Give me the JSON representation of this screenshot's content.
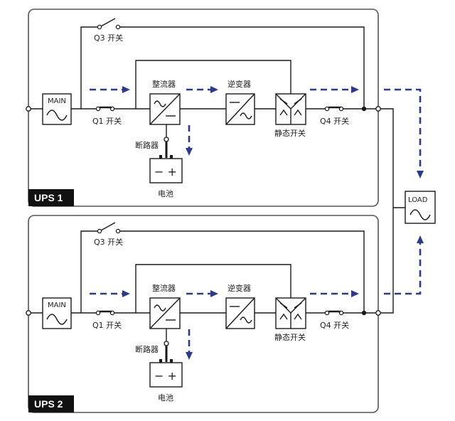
{
  "colors": {
    "flow": "#2b3a8f",
    "wire": "#1a1a1a",
    "frame": "#555555",
    "tag_bg": "#111111"
  },
  "load": {
    "label": "LOAD"
  },
  "ups_units": [
    {
      "tag": "UPS 1",
      "main_label": "MAIN",
      "q1_label": "Q1 开关",
      "q3_label": "Q3 开关",
      "q4_label": "Q4 开关",
      "rectifier_label": "整流器",
      "inverter_label": "逆变器",
      "static_switch_label": "静态开关",
      "breaker_label": "断路器",
      "battery_label": "电池",
      "battery_symbol": "− +"
    },
    {
      "tag": "UPS 2",
      "main_label": "MAIN",
      "q1_label": "Q1 开关",
      "q3_label": "Q3 开关",
      "q4_label": "Q4 开关",
      "rectifier_label": "整流器",
      "inverter_label": "逆变器",
      "static_switch_label": "静态开关",
      "breaker_label": "断路器",
      "battery_label": "电池",
      "battery_symbol": "− +"
    }
  ]
}
